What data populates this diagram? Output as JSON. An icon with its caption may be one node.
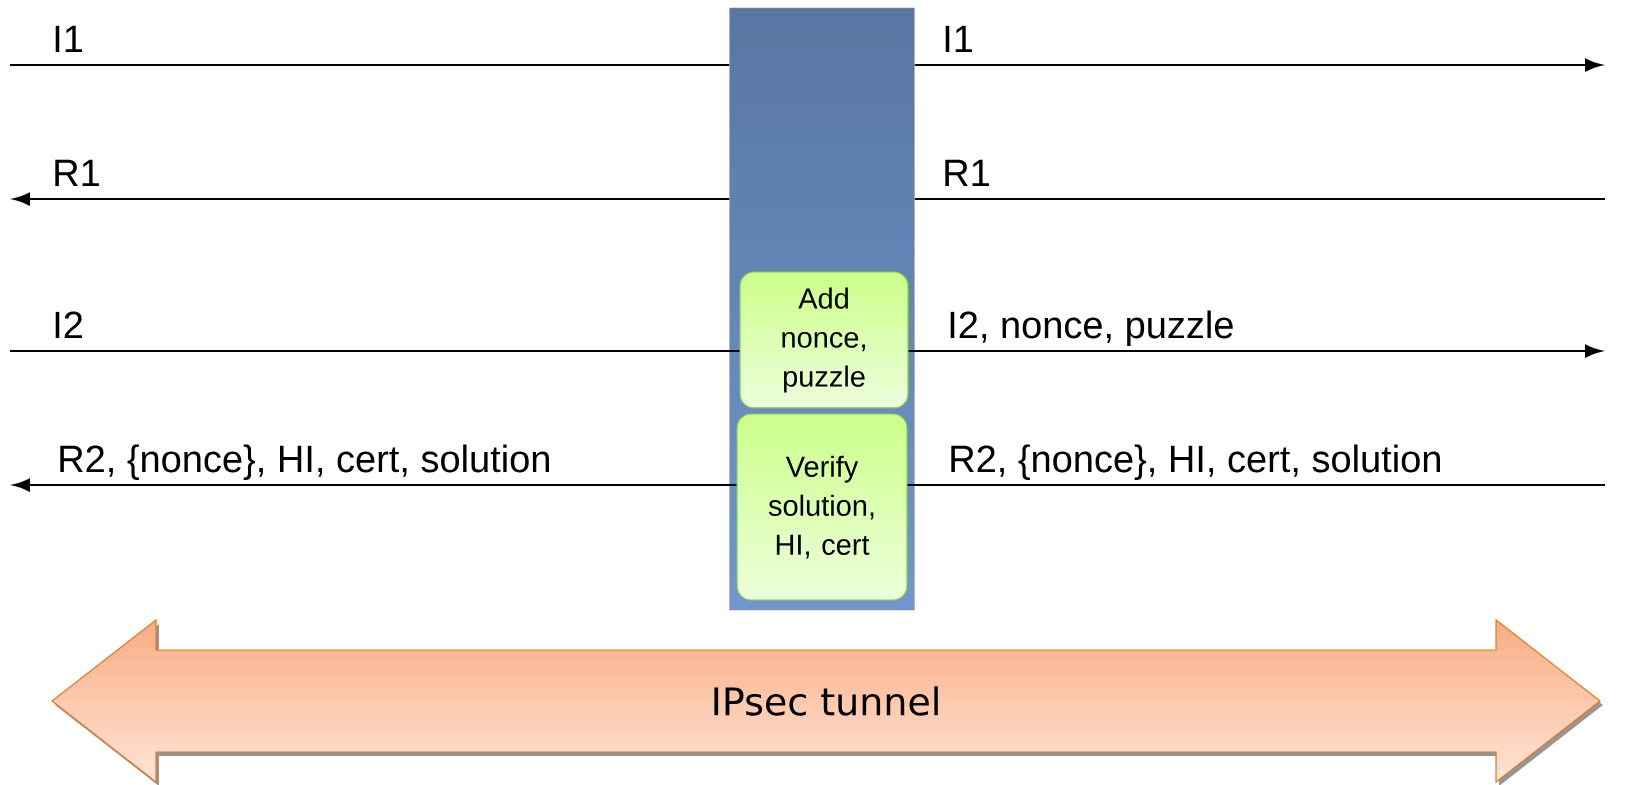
{
  "diagram": {
    "nodes": [
      {
        "text": [],
        "shape": "bar"
      },
      {
        "text": [
          "Add nonce, puzzle"
        ],
        "in": 0
      },
      {
        "text": [
          "Verify solution, HI, cert"
        ],
        "in": 0
      },
      {
        "text": [
          "IPsec tunnel"
        ]
      }
    ],
    "edges": [
      {
        "from": null,
        "to": 0,
        "arrow": "none",
        "label": "I1"
      },
      {
        "from": 0,
        "to": null,
        "arrow": "to",
        "label": "I1"
      },
      {
        "from": 0,
        "to": null,
        "arrow": "to",
        "label": "R1"
      },
      {
        "from": null,
        "to": 0,
        "arrow": "none",
        "label": "R1"
      },
      {
        "from": null,
        "to": 1,
        "arrow": "none",
        "label": "I2"
      },
      {
        "from": 1,
        "to": null,
        "arrow": "to",
        "label": "I2, nonce, puzzle"
      },
      {
        "from": 2,
        "to": null,
        "arrow": "to",
        "label": "R2, {nonce}, HI, cert, solution"
      },
      {
        "from": null,
        "to": 2,
        "arrow": "none",
        "label": "R2, {nonce}, HI, cert, solution"
      }
    ]
  }
}
